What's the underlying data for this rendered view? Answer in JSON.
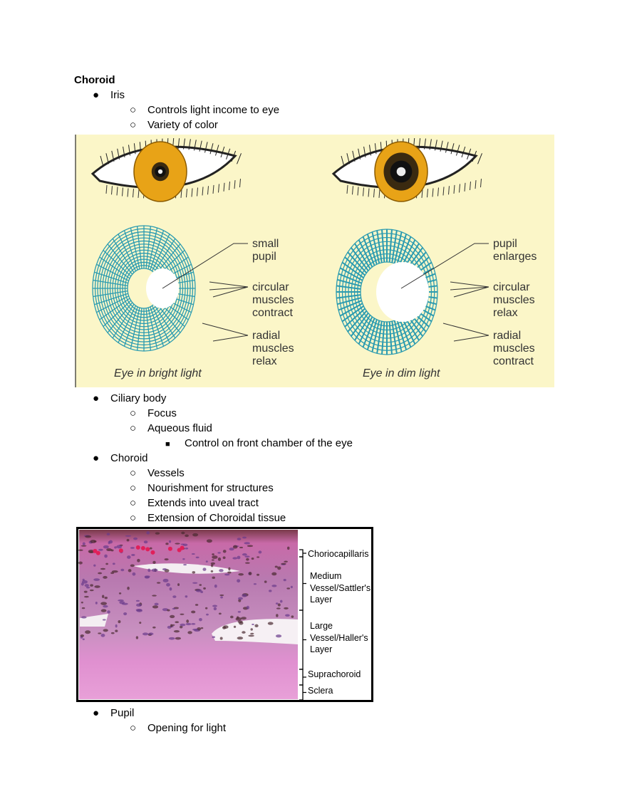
{
  "heading": "Choroid",
  "items": [
    {
      "level": 1,
      "text": "Iris"
    },
    {
      "level": 2,
      "text": "Controls light income to eye"
    },
    {
      "level": 2,
      "text": "Variety of color"
    },
    {
      "level": 1,
      "text": "Ciliary body"
    },
    {
      "level": 2,
      "text": "Focus"
    },
    {
      "level": 2,
      "text": "Aqueous fluid"
    },
    {
      "level": 3,
      "text": "Control on front chamber of the eye"
    },
    {
      "level": 1,
      "text": "Choroid"
    },
    {
      "level": 2,
      "text": "Vessels"
    },
    {
      "level": 2,
      "text": "Nourishment for structures"
    },
    {
      "level": 2,
      "text": "Extends into uveal tract"
    },
    {
      "level": 2,
      "text": "Extension of Choroidal tissue"
    },
    {
      "level": 1,
      "text": "Pupil"
    },
    {
      "level": 2,
      "text": "Opening for light"
    }
  ],
  "bullets": {
    "1": "●",
    "2": "○",
    "3": "■"
  },
  "figure_iris": {
    "left": {
      "labels": [
        "small",
        "pupil",
        "circular",
        "muscles",
        "contract",
        "radial",
        "muscles",
        "relax"
      ],
      "caption": "Eye in bright light"
    },
    "right": {
      "labels": [
        "pupil",
        "enlarges",
        "circular",
        "muscles",
        "relax",
        "radial",
        "muscles",
        "contract"
      ],
      "caption": "Eye in dim light"
    },
    "colors": {
      "background": "#fbf6c8",
      "muscle": "#2a9bb0",
      "iris": "#e8a317"
    }
  },
  "figure_choroid": {
    "labels": [
      "Choriocapillaris",
      "Medium",
      "Vessel/Sattler's",
      "Layer",
      "Large",
      "Vessel/Haller's",
      "Layer",
      "Suprachoroid",
      "Sclera"
    ]
  }
}
